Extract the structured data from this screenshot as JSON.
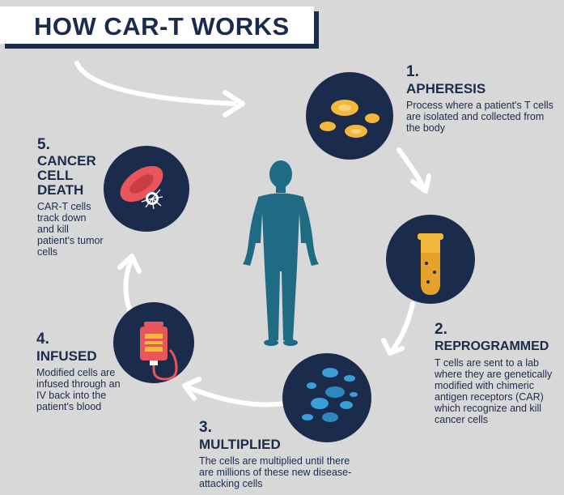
{
  "title": "HOW CAR-T WORKS",
  "steps": [
    {
      "number": "1.",
      "heading": "APHERESIS",
      "description": "Process where a patient's T cells are isolated and collected from the body"
    },
    {
      "number": "2.",
      "heading": "REPROGRAMMED",
      "description": "T cells are sent to a lab where they are genetically modified with chimeric antigen receptors (CAR) which recognize and kill cancer cells"
    },
    {
      "number": "3.",
      "heading": "MULTIPLIED",
      "description": "The cells are multiplied until there are millions of these new disease-attacking cells"
    },
    {
      "number": "4.",
      "heading": "INFUSED",
      "description": "Modified cells are infused through an IV back into the patient's blood"
    },
    {
      "number": "5.",
      "heading": "CANCER CELL DEATH",
      "description": "CAR-T cells track down and kill patient's tumor cells"
    }
  ],
  "icons": [
    "t-cells-icon",
    "test-tube-icon",
    "multiplied-cells-icon",
    "iv-bag-icon",
    "cancer-cell-icon",
    "human-figure-icon"
  ],
  "colors": {
    "navy": "#1b2b4c",
    "background": "#d8d8d8",
    "figure": "#1f6b84",
    "cell_yellow": "#f2b83b",
    "cell_blue": "#3a9fd8",
    "cell_red": "#e8555a"
  }
}
